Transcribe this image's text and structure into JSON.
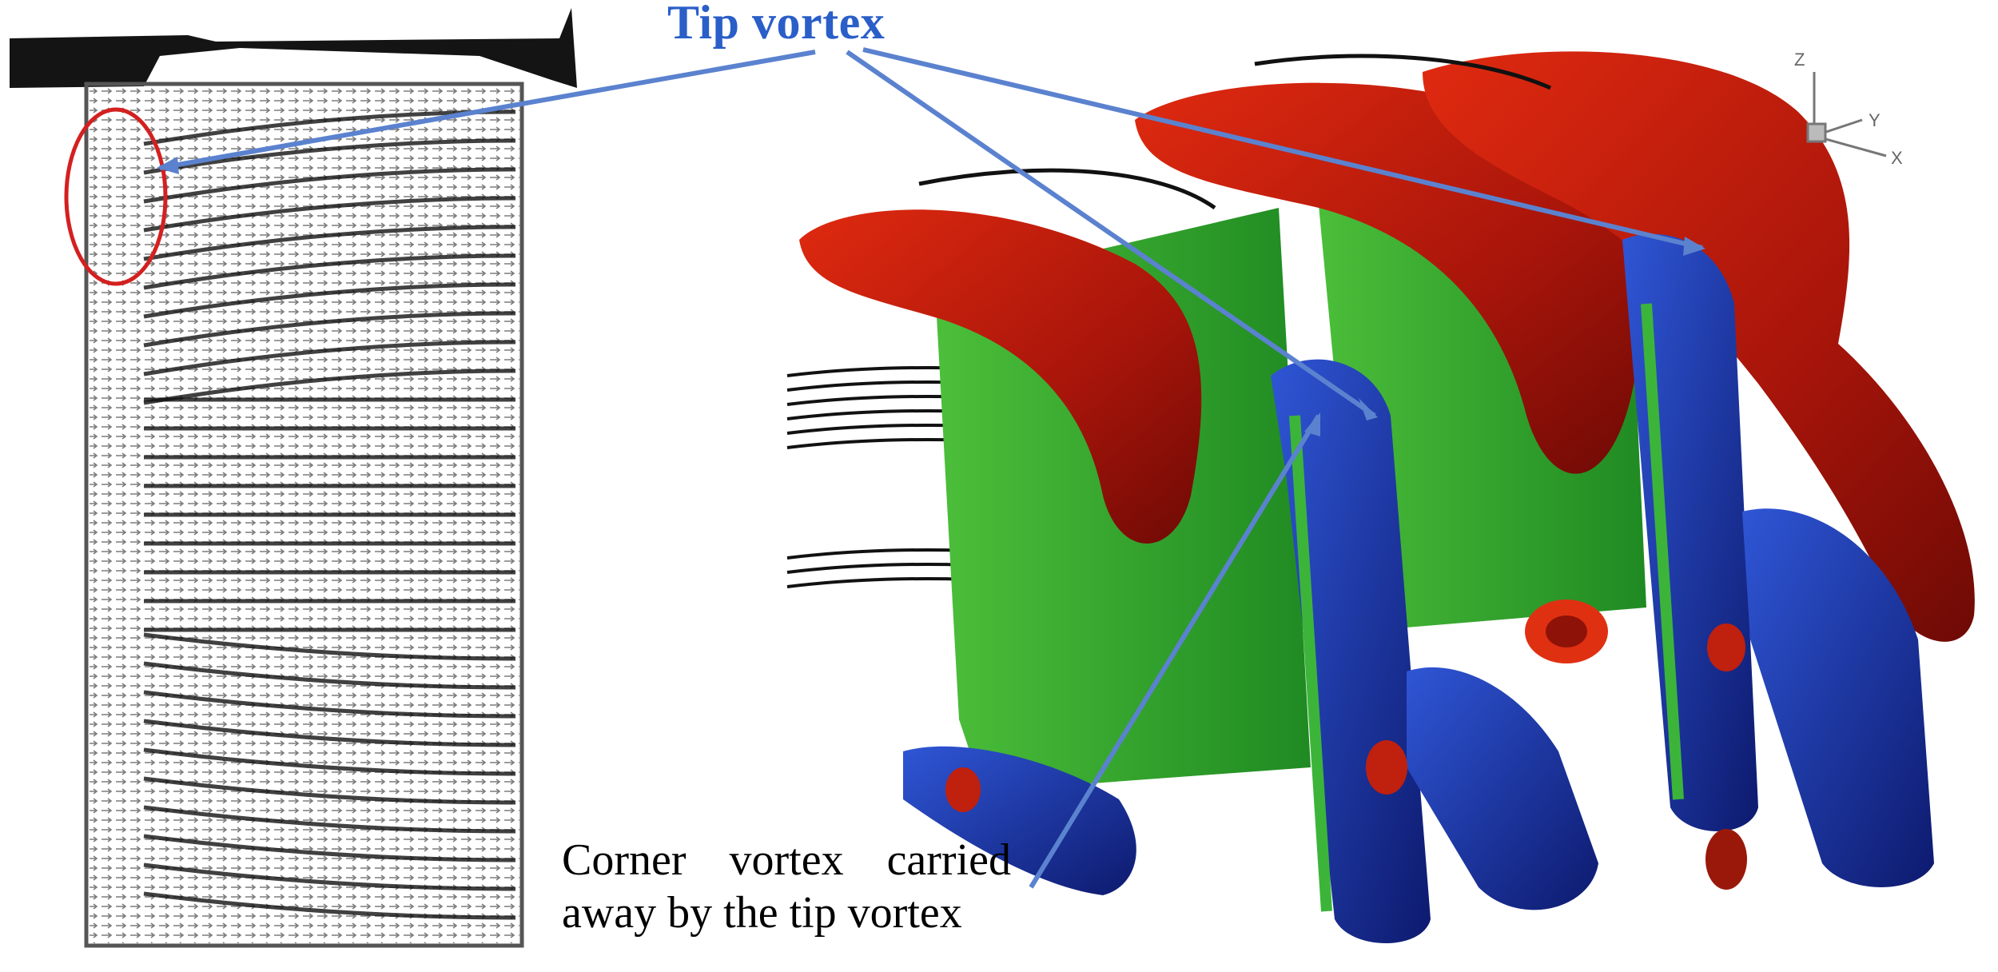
{
  "labels": {
    "tip_vortex": "Tip vortex",
    "corner_vortex_line1": "Corner vortex carried",
    "corner_vortex_line2": "away by the tip vortex"
  },
  "axis_triad": {
    "z": "Z",
    "y": "Y",
    "x": "X"
  },
  "colors": {
    "annotation_arrow": "#5b82cf",
    "label_blue": "#2a5ec8",
    "ellipse_red": "#d42020",
    "iso_red": "#b81a0c",
    "iso_green": "#2ea82a",
    "iso_blue": "#1b2f9e"
  }
}
